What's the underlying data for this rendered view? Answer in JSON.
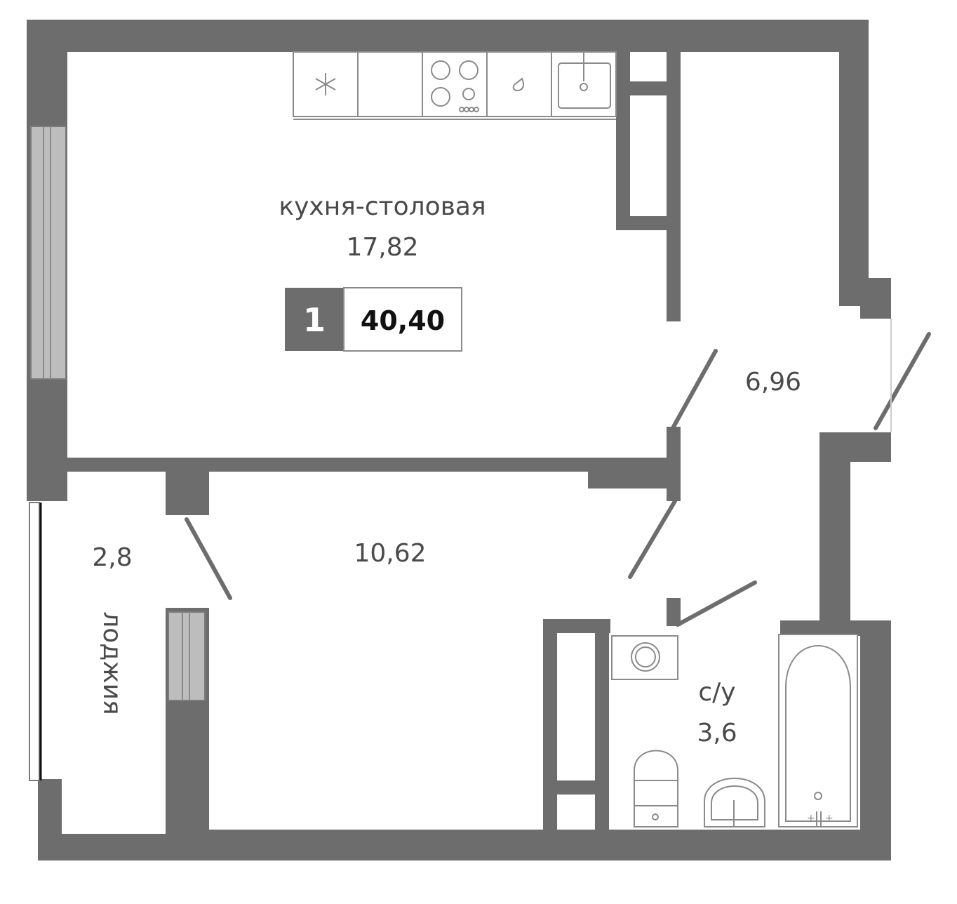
{
  "rooms": {
    "kitchen": {
      "name": "кухня-столовая",
      "area": "17,82"
    },
    "hall": {
      "area": "6,96"
    },
    "bedroom": {
      "area": "10,62"
    },
    "loggia": {
      "name": "лоджия",
      "area": "2,8"
    },
    "bathroom": {
      "name": "с/у",
      "area": "3,6"
    }
  },
  "badge": {
    "rooms_count": "1",
    "total_area": "40,40"
  },
  "colors": {
    "wall": "#6d6d6d",
    "fixture_stroke": "#8a8a8a",
    "text": "#4a4a4a"
  }
}
